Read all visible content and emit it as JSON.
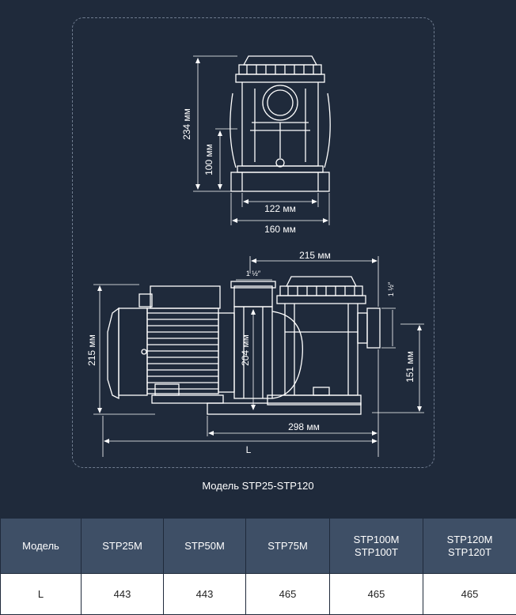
{
  "drawing": {
    "front_view": {
      "height_total": "234 мм",
      "height_axis": "100 мм",
      "width_base_inner": "122 мм",
      "width_base_outer": "160 мм"
    },
    "side_view": {
      "top_length": "215 мм",
      "port_top": "1 ½″",
      "port_side": "1 ½″",
      "height_motor": "215 мм",
      "height_pump": "204 мм",
      "height_outlet": "151 мм",
      "bolt_spacing": "298 мм",
      "overall_length": "L"
    },
    "colors": {
      "background": "#1f2a3b",
      "line": "#ffffff",
      "frame": "#6f7c8f"
    }
  },
  "caption": "Модель STP25-STP120",
  "table": {
    "header": [
      [
        "Модель"
      ],
      [
        "STP25M"
      ],
      [
        "STP50M"
      ],
      [
        "STP75M"
      ],
      [
        "STP100M",
        "STP100T"
      ],
      [
        "STP120M",
        "STP120T"
      ]
    ],
    "rows": [
      [
        "L",
        "443",
        "443",
        "465",
        "465",
        "465"
      ]
    ],
    "colors": {
      "header_bg": "#3e4f66",
      "row_bg": "#ffffff",
      "row_text": "#222222"
    }
  }
}
